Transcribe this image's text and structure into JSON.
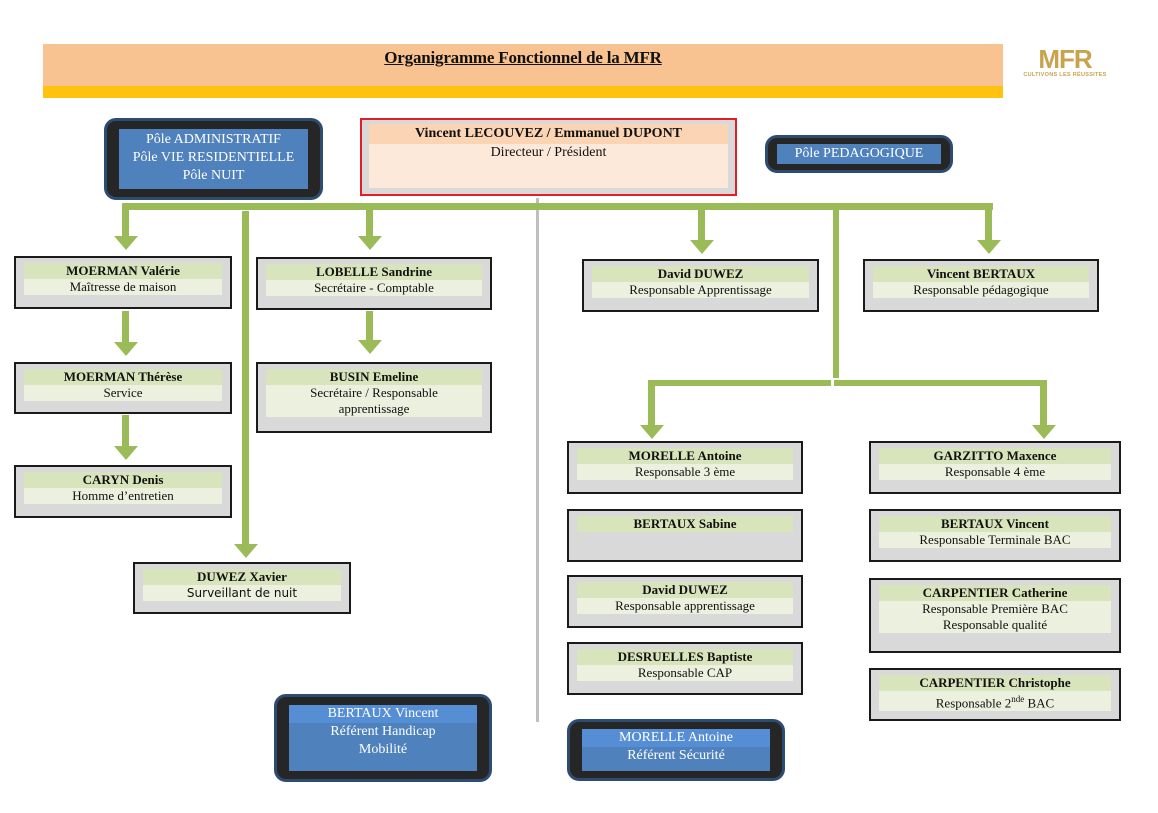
{
  "header": {
    "title": "Organigramme Fonctionnel  de la MFR",
    "logo_text": "MFR",
    "logo_tagline": "CULTIVONS LES RÉUSSITES",
    "colors": {
      "band": "#f8c291",
      "stripe": "#ffc20e",
      "logo": "#c9a24d"
    }
  },
  "director": {
    "name": "Vincent LECOUVEZ / Emmanuel DUPONT",
    "role": "Directeur  / Président",
    "border_color": "#e31e24"
  },
  "poles": {
    "admin": {
      "lines": [
        "Pôle ADMINISTRATIF",
        "Pôle VIE RESIDENTIELLE",
        "Pôle NUIT"
      ]
    },
    "pedagogique": {
      "label": "Pôle PEDAGOGIQUE"
    },
    "handicap": {
      "name": "BERTAUX Vincent",
      "lines": [
        "Référent Handicap",
        "Mobilité"
      ]
    },
    "securite": {
      "name": "MORELLE Antoine",
      "role": "Référent Sécurité"
    },
    "color": "#4f81bd"
  },
  "staff": {
    "moerman_valerie": {
      "name": "MOERMAN Valérie",
      "role": "Maîtresse de maison"
    },
    "moerman_therese": {
      "name": "MOERMAN Thérèse",
      "role": "Service"
    },
    "caryn_denis": {
      "name": "CARYN Denis",
      "role": "Homme d’entretien"
    },
    "duwez_xavier": {
      "name": "DUWEZ Xavier",
      "role": "Surveillant de nuit"
    },
    "lobelle_sandrine": {
      "name": "LOBELLE Sandrine",
      "role": "Secrétaire - Comptable"
    },
    "busin_emeline": {
      "name": "BUSIN Emeline",
      "role": "Secrétaire / Responsable apprentissage"
    },
    "david_duwez_top": {
      "name": "David DUWEZ",
      "role": "Responsable Apprentissage"
    },
    "vincent_bertaux": {
      "name": "Vincent BERTAUX",
      "role": "Responsable pédagogique"
    },
    "morelle_antoine": {
      "name": "MORELLE Antoine",
      "role": "Responsable 3 ème"
    },
    "bertaux_sabine": {
      "name": "BERTAUX Sabine",
      "role": ""
    },
    "david_duwez": {
      "name": "David DUWEZ",
      "role": "Responsable apprentissage"
    },
    "desruelles_baptiste": {
      "name": "DESRUELLES Baptiste",
      "role": "Responsable CAP"
    },
    "garzitto_maxence": {
      "name": "GARZITTO Maxence",
      "role": "Responsable 4 ème"
    },
    "bertaux_vincent": {
      "name": "BERTAUX Vincent",
      "role": "Responsable Terminale BAC"
    },
    "carpentier_catherine": {
      "name": "CARPENTIER Catherine",
      "role": "Responsable Première BAC",
      "role2": "Responsable qualité"
    },
    "carpentier_christophe": {
      "name": "CARPENTIER Christophe",
      "role_prefix": "Responsable 2",
      "role_sup": "nde",
      "role_suffix": " BAC"
    }
  },
  "connector_color": "#9bbb59"
}
